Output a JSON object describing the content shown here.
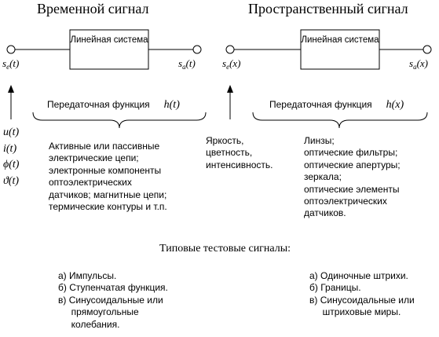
{
  "diagram": {
    "left": {
      "title": "Временной сигнал",
      "system": "Линейная система",
      "input_signal": "s",
      "input_sub": "e",
      "input_arg": "(t)",
      "output_signal": "s",
      "output_sub": "a",
      "output_arg": "(t)",
      "transfer_label": "Передаточная функция",
      "transfer_symbol": "h(t)",
      "input_variables": [
        "u(t)",
        "i(t)",
        "ϕ(t)",
        "ϑ(t)"
      ],
      "systems_examples": [
        "Активные или пассивные",
        "электрические цепи;",
        "электронные компоненты",
        "оптоэлектрических",
        "датчиков; магнитные цепи;",
        "термические контуры и т.п."
      ]
    },
    "right": {
      "title": "Пространственный сигнал",
      "system": "Линейная система",
      "input_signal": "s",
      "input_sub": "e",
      "input_arg": "(x)",
      "output_signal": "s",
      "output_sub": "a",
      "output_arg": "(x)",
      "transfer_label": "Передаточная функция",
      "transfer_symbol": "h(x)",
      "input_variables": [
        "Яркость,",
        "цветность,",
        "интенсивность."
      ],
      "systems_examples": [
        "Линзы;",
        "оптические фильтры;",
        "оптические апертуры;",
        "зеркала;",
        "оптические элементы",
        "оптоэлектрических",
        "датчиков."
      ]
    }
  },
  "test_signals": {
    "title": "Типовые тестовые сигналы:",
    "temporal": [
      "а) Импульсы.",
      "б) Ступенчатая функция.",
      "в) Синусоидальные или",
      "     прямоугольные",
      "     колебания."
    ],
    "spatial": [
      "а) Одиночные штрихи.",
      "б) Границы.",
      "в) Синусоидальные или",
      "     штриховые миры."
    ]
  }
}
